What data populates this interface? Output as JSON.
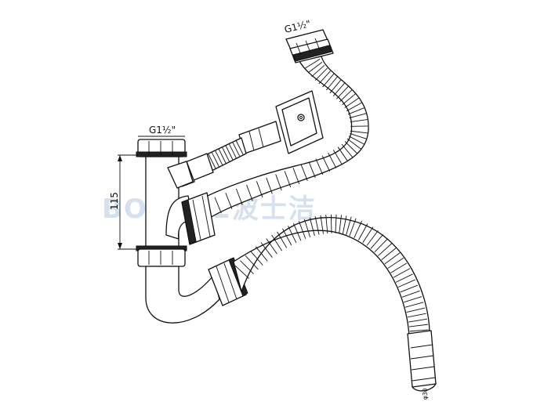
{
  "labels": {
    "top_thread": "G1½\"",
    "left_thread": "G1½\"",
    "height_dim": "115",
    "outlet_dia": "φ30"
  },
  "watermark": "BOSSDE波士洁",
  "colors": {
    "line": "#111111",
    "background": "#ffffff",
    "watermark": "#c9d7ea"
  }
}
